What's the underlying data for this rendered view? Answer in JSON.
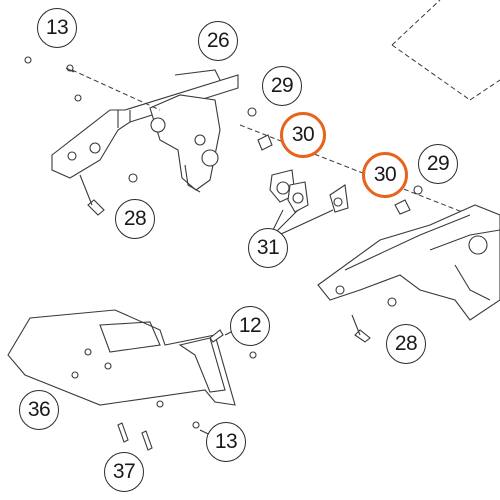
{
  "callouts": {
    "c13a": {
      "label": "13"
    },
    "c26": {
      "label": "26"
    },
    "c29a": {
      "label": "29"
    },
    "c30a": {
      "label": "30"
    },
    "c30b": {
      "label": "30"
    },
    "c29b": {
      "label": "29"
    },
    "c28a": {
      "label": "28"
    },
    "c31": {
      "label": "31"
    },
    "c12": {
      "label": "12"
    },
    "c28b": {
      "label": "28"
    },
    "c36": {
      "label": "36"
    },
    "c13b": {
      "label": "13"
    },
    "c37": {
      "label": "37"
    }
  },
  "colors": {
    "highlight": "#e8641c",
    "line": "#3a3a3a"
  }
}
